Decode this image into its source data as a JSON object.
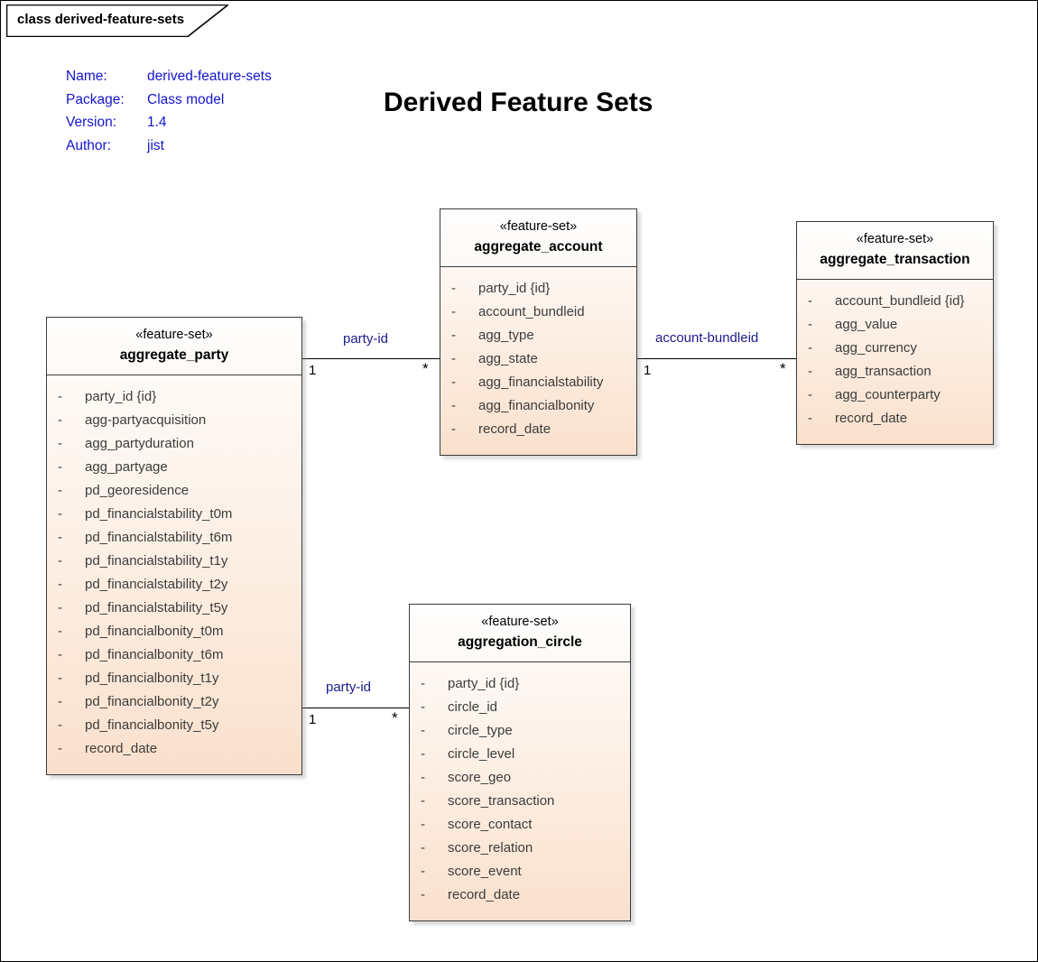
{
  "frame": {
    "tab_label": "class derived-feature-sets"
  },
  "metadata": {
    "rows": [
      {
        "key": "Name:",
        "value": "derived-feature-sets"
      },
      {
        "key": "Package:",
        "value": "Class model"
      },
      {
        "key": "Version:",
        "value": "1.4"
      },
      {
        "key": "Author:",
        "value": "jist"
      }
    ]
  },
  "title": "Derived Feature Sets",
  "classes": [
    {
      "id": "aggregate_party",
      "stereotype": "«feature-set»",
      "name": "aggregate_party",
      "attributes": [
        {
          "visibility": "-",
          "name": "party_id {id}"
        },
        {
          "visibility": "-",
          "name": "agg-partyacquisition"
        },
        {
          "visibility": "-",
          "name": "agg_partyduration"
        },
        {
          "visibility": "-",
          "name": "agg_partyage"
        },
        {
          "visibility": "-",
          "name": "pd_georesidence"
        },
        {
          "visibility": "-",
          "name": "pd_financialstability_t0m"
        },
        {
          "visibility": "-",
          "name": "pd_financialstability_t6m"
        },
        {
          "visibility": "-",
          "name": "pd_financialstability_t1y"
        },
        {
          "visibility": "-",
          "name": "pd_financialstability_t2y"
        },
        {
          "visibility": "-",
          "name": "pd_financialstability_t5y"
        },
        {
          "visibility": "-",
          "name": "pd_financialbonity_t0m"
        },
        {
          "visibility": "-",
          "name": "pd_financialbonity_t6m"
        },
        {
          "visibility": "-",
          "name": "pd_financialbonity_t1y"
        },
        {
          "visibility": "-",
          "name": "pd_financialbonity_t2y"
        },
        {
          "visibility": "-",
          "name": "pd_financialbonity_t5y"
        },
        {
          "visibility": "-",
          "name": "record_date"
        }
      ]
    },
    {
      "id": "aggregate_account",
      "stereotype": "«feature-set»",
      "name": "aggregate_account",
      "attributes": [
        {
          "visibility": "-",
          "name": "party_id {id}"
        },
        {
          "visibility": "-",
          "name": "account_bundleid"
        },
        {
          "visibility": "-",
          "name": "agg_type"
        },
        {
          "visibility": "-",
          "name": "agg_state"
        },
        {
          "visibility": "-",
          "name": "agg_financialstability"
        },
        {
          "visibility": "-",
          "name": "agg_financialbonity"
        },
        {
          "visibility": "-",
          "name": "record_date"
        }
      ]
    },
    {
      "id": "aggregate_transaction",
      "stereotype": "«feature-set»",
      "name": "aggregate_transaction",
      "attributes": [
        {
          "visibility": "-",
          "name": "account_bundleid {id}"
        },
        {
          "visibility": "-",
          "name": "agg_value"
        },
        {
          "visibility": "-",
          "name": "agg_currency"
        },
        {
          "visibility": "-",
          "name": "agg_transaction"
        },
        {
          "visibility": "-",
          "name": "agg_counterparty"
        },
        {
          "visibility": "-",
          "name": "record_date"
        }
      ]
    },
    {
      "id": "aggregation_circle",
      "stereotype": "«feature-set»",
      "name": "aggregation_circle",
      "attributes": [
        {
          "visibility": "-",
          "name": "party_id {id}"
        },
        {
          "visibility": "-",
          "name": "circle_id"
        },
        {
          "visibility": "-",
          "name": "circle_type"
        },
        {
          "visibility": "-",
          "name": "circle_level"
        },
        {
          "visibility": "-",
          "name": "score_geo"
        },
        {
          "visibility": "-",
          "name": "score_transaction"
        },
        {
          "visibility": "-",
          "name": "score_contact"
        },
        {
          "visibility": "-",
          "name": "score_relation"
        },
        {
          "visibility": "-",
          "name": "score_event"
        },
        {
          "visibility": "-",
          "name": "record_date"
        }
      ]
    }
  ],
  "connectors": [
    {
      "id": "party-to-account",
      "label": "party-id",
      "source_multiplicity": "1",
      "target_multiplicity": "*"
    },
    {
      "id": "account-to-transaction",
      "label": "account-bundleid",
      "source_multiplicity": "1",
      "target_multiplicity": "*"
    },
    {
      "id": "party-to-circle",
      "label": "party-id",
      "source_multiplicity": "1",
      "target_multiplicity": "*"
    }
  ],
  "colors": {
    "class_fill_top": "#fefdfc",
    "class_fill_bottom": "#fae0cc",
    "class_border": "#3b3b3b",
    "metadata_text": "#1414cc",
    "connector_label": "#1a1a8c",
    "attribute_text": "#3c3c3c"
  }
}
